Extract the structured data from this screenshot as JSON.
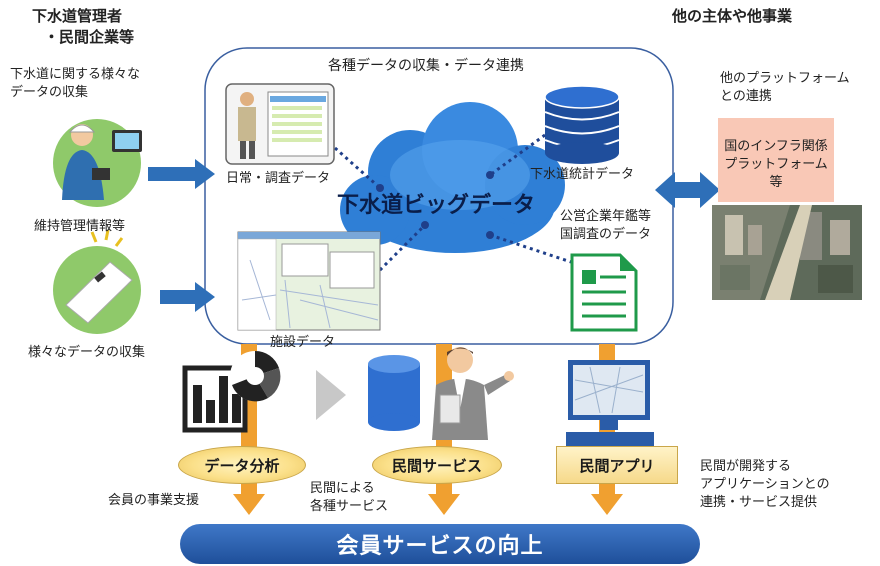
{
  "left": {
    "title_line1": "下水道管理者",
    "title_line2": "・民間企業等",
    "collect_line1": "下水道に関する様々な",
    "collect_line2": "データの収集",
    "maintenance": "維持管理情報等",
    "various": "様々なデータの収集"
  },
  "right": {
    "title": "他の主体や他事業",
    "platform_line1": "他のプラットフォーム",
    "platform_line2": "との連携",
    "infra_line1": "国のインフラ関係",
    "infra_line2": "プラットフォーム",
    "infra_line3": "等"
  },
  "cloud": {
    "header": "各種データの収集・データ連携",
    "center": "下水道ビッグデータ",
    "daily": "日常・調査データ",
    "stats": "下水道統計データ",
    "yearbook_line1": "公営企業年鑑等",
    "yearbook_line2": "国調査のデータ",
    "facility": "施設データ"
  },
  "bottom": {
    "analysis": "データ分析",
    "private_service": "民間サービス",
    "private_app": "民間アプリ",
    "support": "会員の事業支援",
    "by_private_line1": "民間による",
    "by_private_line2": "各種サービス",
    "app_desc_line1": "民間が開発する",
    "app_desc_line2": "アプリケーションとの",
    "app_desc_line3": "連携・サービス提供",
    "banner": "会員サービスの向上"
  },
  "colors": {
    "cloud": "#2f7fd6",
    "arrow_blue": "#2e6fb8",
    "arrow_orange": "#f0a030",
    "banner": "#2a5ca8",
    "doc_green": "#1f9a4a"
  }
}
